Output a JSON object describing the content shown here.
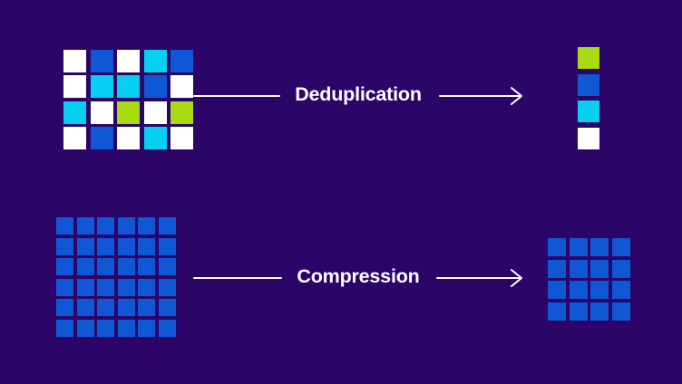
{
  "background_color": "#2C0569",
  "palette": {
    "blue": "#1057D6",
    "cyan": "#06CFF1",
    "green": "#A8DA12",
    "white": "#FFFFFF"
  },
  "text_color": "#FFFFFF",
  "deduplication": {
    "label": "Deduplication",
    "input_grid": {
      "rows": 4,
      "cols": 5,
      "cells": [
        [
          "white",
          "blue",
          "white",
          "cyan",
          "blue"
        ],
        [
          "white",
          "cyan",
          "cyan",
          "blue",
          "white"
        ],
        [
          "cyan",
          "white",
          "green",
          "white",
          "green"
        ],
        [
          "white",
          "blue",
          "white",
          "cyan",
          "white"
        ]
      ]
    },
    "output_column": [
      "green",
      "blue",
      "cyan",
      "white"
    ]
  },
  "compression": {
    "label": "Compression",
    "input_grid": {
      "rows": 6,
      "cols": 6,
      "fill": "blue"
    },
    "output_grid": {
      "rows": 4,
      "cols": 4,
      "fill": "blue"
    }
  }
}
